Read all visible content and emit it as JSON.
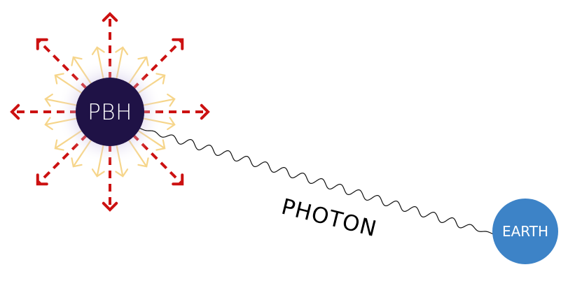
{
  "labels": {
    "pbh": "PBH",
    "photon": "PHOTON",
    "earth": "EARTH"
  },
  "colors": {
    "pbh_fill": "#1f1246",
    "pbh_glow": "#8b7bb8",
    "earth_fill": "#3d83c7",
    "red_arrows": "#cc1111",
    "yellow_arrows": "#f6d58a",
    "photon_wave": "#111111"
  },
  "icons": {
    "red_arrows": "dashed-arrow-icon",
    "yellow_arrows": "radiation-arrow-icon"
  }
}
